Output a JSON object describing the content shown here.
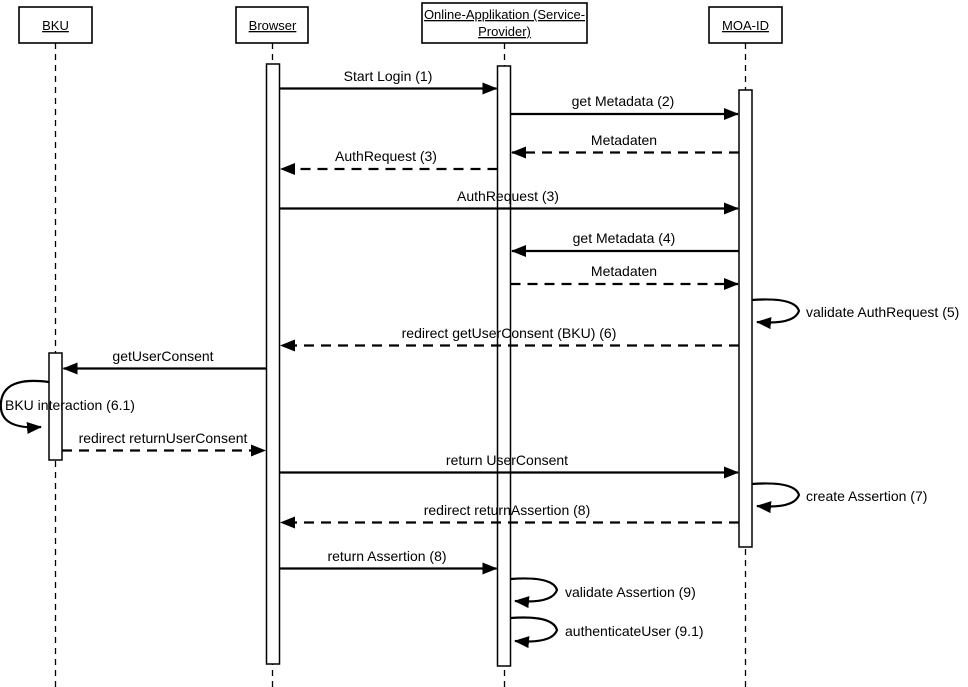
{
  "diagram": {
    "type": "uml-sequence-diagram",
    "colors": {
      "stroke": "#000000",
      "background": "#ffffff"
    },
    "actors": [
      {
        "id": "bku",
        "label": "BKU"
      },
      {
        "id": "browser",
        "label": "Browser"
      },
      {
        "id": "sp",
        "label": "Online-Applikation (Service-Provider)",
        "label_line1": "Online-Applikation (Service-",
        "label_line2": "Provider)"
      },
      {
        "id": "moa-id",
        "label": "MOA-ID"
      }
    ],
    "messages": [
      {
        "label": "Start Login (1)",
        "from": "browser",
        "to": "sp",
        "style": "solid"
      },
      {
        "label": "get Metadata (2)",
        "from": "sp",
        "to": "moa-id",
        "style": "solid"
      },
      {
        "label": "Metadaten",
        "from": "moa-id",
        "to": "sp",
        "style": "dashed"
      },
      {
        "label": "AuthRequest (3)",
        "from": "sp",
        "to": "browser",
        "style": "dashed"
      },
      {
        "label": "AuthRequest (3)",
        "from": "browser",
        "to": "moa-id",
        "style": "solid"
      },
      {
        "label": "get Metadata (4)",
        "from": "moa-id",
        "to": "sp",
        "style": "solid"
      },
      {
        "label": "Metadaten",
        "from": "sp",
        "to": "moa-id",
        "style": "dashed"
      },
      {
        "label": "validate AuthRequest (5)",
        "from": "moa-id",
        "to": "moa-id",
        "style": "self-loop"
      },
      {
        "label": "redirect getUserConsent (BKU) (6)",
        "from": "moa-id",
        "to": "browser",
        "style": "dashed"
      },
      {
        "label": "getUserConsent",
        "from": "browser",
        "to": "bku",
        "style": "solid"
      },
      {
        "label": "BKU interaction (6.1)",
        "from": "bku",
        "to": "bku",
        "style": "self-loop"
      },
      {
        "label": "redirect returnUserConsent",
        "from": "bku",
        "to": "browser",
        "style": "dashed"
      },
      {
        "label": "return UserConsent",
        "from": "browser",
        "to": "moa-id",
        "style": "solid"
      },
      {
        "label": "create Assertion (7)",
        "from": "moa-id",
        "to": "moa-id",
        "style": "self-loop"
      },
      {
        "label": "redirect returnAssertion (8)",
        "from": "moa-id",
        "to": "browser",
        "style": "dashed"
      },
      {
        "label": "return Assertion (8)",
        "from": "browser",
        "to": "sp",
        "style": "solid"
      },
      {
        "label": "validate Assertion (9)",
        "from": "sp",
        "to": "sp",
        "style": "self-loop"
      },
      {
        "label": "authenticateUser (9.1)",
        "from": "sp",
        "to": "sp",
        "style": "self-loop"
      }
    ]
  }
}
